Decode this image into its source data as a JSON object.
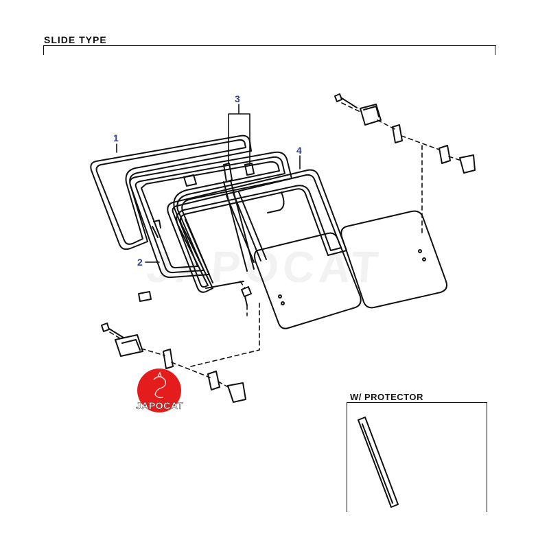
{
  "diagram": {
    "title": "SLIDE TYPE",
    "callouts": [
      "1",
      "2",
      "3",
      "4"
    ],
    "inset": {
      "title": "W/ PROTECTOR"
    },
    "watermark": "JAPOCAT",
    "logo": {
      "text": "JAPOCAT",
      "color": "#e41c1c"
    }
  },
  "colors": {
    "callout": "#2e3f94",
    "line": "#111111",
    "logo": "#e41c1c"
  }
}
